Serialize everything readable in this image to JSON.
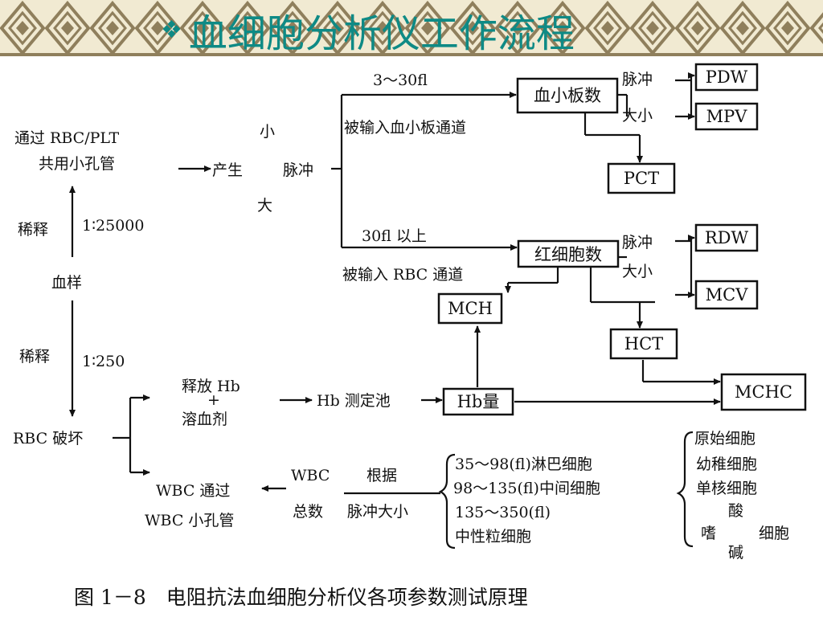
{
  "slide": {
    "bullet": "❖",
    "title": "血细胞分析仪工作流程",
    "colors": {
      "title": "#0e8a85",
      "banner_bg": "#f1ead2",
      "banner_pattern": "#8f7f5c"
    }
  },
  "diagram": {
    "left_column": {
      "aperture": [
        "通过 RBC/PLT",
        "共用小孔管"
      ],
      "dilute_upper": "稀释",
      "ratio_upper": "1∶25000",
      "sample": "血样",
      "dilute_lower": "稀释",
      "ratio_lower": "1∶250",
      "rbc_lysis": "RBC 破坏"
    },
    "pulse": {
      "generate": "产生",
      "pulse": "脉冲",
      "small": "小",
      "large": "大"
    },
    "platelet": {
      "range": "3～30fl",
      "channel": "被输入血小板通道",
      "box": "血小板数",
      "pulse": "脉冲",
      "size": "大小",
      "outputs": [
        "PDW",
        "MPV",
        "PCT"
      ]
    },
    "rbc": {
      "range": "30fl 以上",
      "channel": "被输入 RBC 通道",
      "box": "红细胞数",
      "pulse": "脉冲",
      "size": "大小",
      "outputs": [
        "RDW",
        "MCV",
        "MCH",
        "HCT",
        "MCHC"
      ]
    },
    "hb": {
      "release": "释放 Hb",
      "plus": "+",
      "lysing": "溶血剂",
      "pool": "Hb 测定池",
      "box": "Hb量"
    },
    "wbc": {
      "through": "WBC 通过",
      "aperture": "WBC 小孔管",
      "count_top": "WBC",
      "count_bottom": "总数",
      "basis": "根据",
      "pulse_size": "脉冲大小",
      "ranges": [
        "35～98(fl)淋巴细胞",
        "98～135(fl)中间细胞",
        "135～350(fl)",
        "中性粒细胞"
      ],
      "mid_cells": [
        "原始细胞",
        "幼稚细胞",
        "单核细胞"
      ],
      "acid": "酸",
      "eos": "嗜",
      "cell": "细胞",
      "base": "碱"
    },
    "caption": "图 1－8　电阻抗法血细胞分析仪各项参数测试原理"
  }
}
